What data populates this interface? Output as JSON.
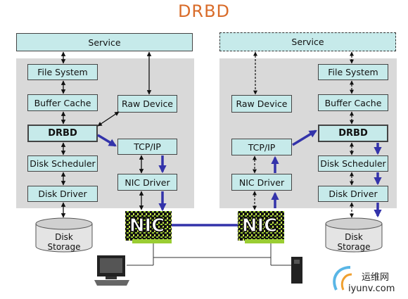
{
  "title": "DRBD",
  "left_node": {
    "service": "Service",
    "file_system": "File System",
    "buffer_cache": "Buffer Cache",
    "raw_device": "Raw Device",
    "drbd": "DRBD",
    "tcp_ip": "TCP/IP",
    "disk_scheduler": "Disk Scheduler",
    "nic_driver": "NIC Driver",
    "disk_driver": "Disk Driver",
    "nic": "NIC",
    "disk_line1": "Disk",
    "disk_line2": "Storage"
  },
  "right_node": {
    "service": "Service",
    "file_system": "File System",
    "buffer_cache": "Buffer Cache",
    "raw_device": "Raw Device",
    "drbd": "DRBD",
    "tcp_ip": "TCP/IP",
    "disk_scheduler": "Disk Scheduler",
    "nic_driver": "NIC Driver",
    "disk_driver": "Disk Driver",
    "nic": "NIC",
    "disk_line1": "Disk",
    "disk_line2": "Storage"
  },
  "watermark": {
    "cn": "运维网",
    "url": "iyunv.com"
  },
  "colors": {
    "title": "#d96c2a",
    "box_fill": "#c6eaea",
    "panel": "#d9d9d9",
    "data_flow": "#3333aa",
    "nic_green": "#9acd32"
  }
}
